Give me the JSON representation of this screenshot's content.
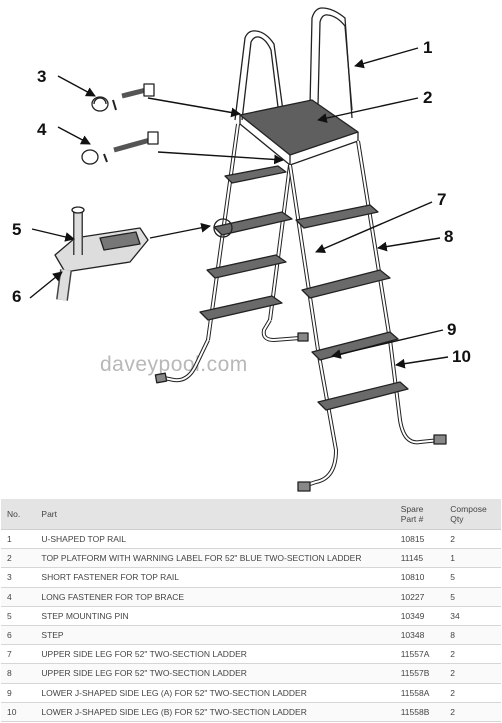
{
  "diagram": {
    "watermark": "daveypool.com",
    "callouts": [
      "1",
      "2",
      "3",
      "4",
      "5",
      "6",
      "7",
      "8",
      "9",
      "10"
    ]
  },
  "table": {
    "headers": {
      "no": "No.",
      "part": "Part",
      "spare": "Spare\nPart #",
      "qty": "Compose\nQty"
    },
    "rows": [
      {
        "no": "1",
        "part": "U-SHAPED TOP RAIL",
        "spare": "10815",
        "qty": "2"
      },
      {
        "no": "2",
        "part": "TOP PLATFORM WITH WARNING LABEL FOR 52\" BLUE TWO-SECTION LADDER",
        "spare": "11145",
        "qty": "1"
      },
      {
        "no": "3",
        "part": "SHORT FASTENER FOR TOP RAIL",
        "spare": "10810",
        "qty": "5"
      },
      {
        "no": "4",
        "part": "LONG FASTENER FOR TOP BRACE",
        "spare": "10227",
        "qty": "5"
      },
      {
        "no": "5",
        "part": "STEP MOUNTING PIN",
        "spare": "10349",
        "qty": "34"
      },
      {
        "no": "6",
        "part": "STEP",
        "spare": "10348",
        "qty": "8"
      },
      {
        "no": "7",
        "part": "UPPER SIDE LEG FOR 52\" TWO-SECTION LADDER",
        "spare": "11557A",
        "qty": "2"
      },
      {
        "no": "8",
        "part": "UPPER SIDE LEG FOR 52\" TWO-SECTION LADDER",
        "spare": "11557B",
        "qty": "2"
      },
      {
        "no": "9",
        "part": "LOWER J-SHAPED SIDE LEG (A) FOR 52\" TWO-SECTION LADDER",
        "spare": "11558A",
        "qty": "2"
      },
      {
        "no": "10",
        "part": "LOWER J-SHAPED SIDE LEG (B) FOR 52\" TWO-SECTION LADDER",
        "spare": "11558B",
        "qty": "2"
      }
    ]
  }
}
